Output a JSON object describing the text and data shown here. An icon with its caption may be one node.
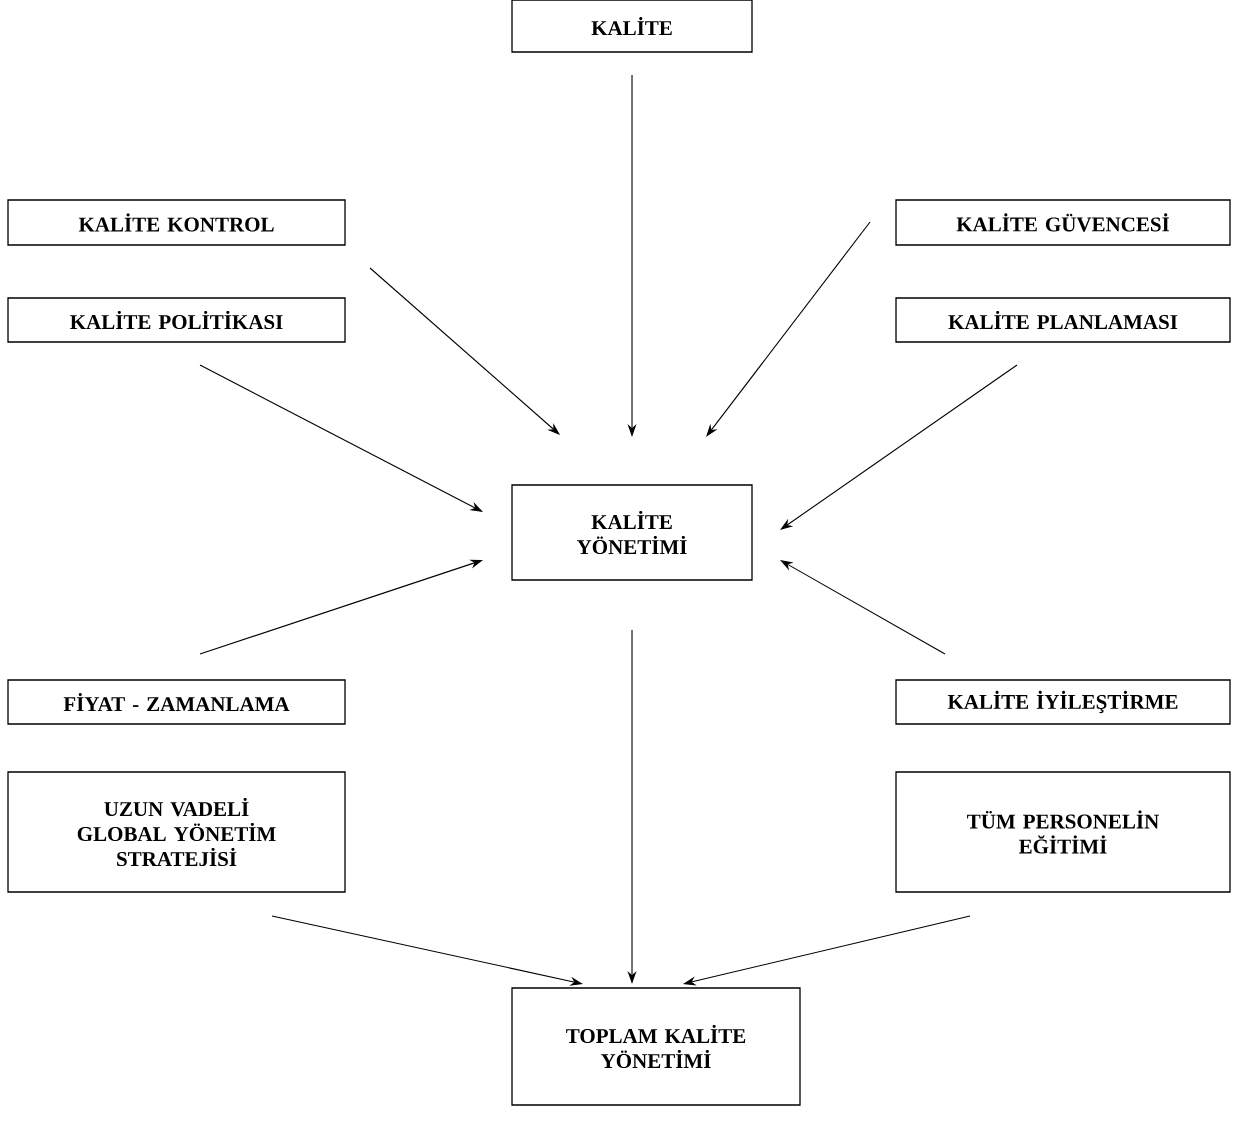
{
  "diagram": {
    "nodes": [
      {
        "text": [
          "KALİTE"
        ]
      },
      {
        "text": [
          "KALİTE KONTROL"
        ]
      },
      {
        "text": [
          "KALİTE GÜVENCESİ"
        ]
      },
      {
        "text": [
          "KALİTE POLİTİKASI"
        ]
      },
      {
        "text": [
          "KALİTE PLANLAMASI"
        ]
      },
      {
        "text": [
          "KALİTE YÖNETİMİ"
        ]
      },
      {
        "text": [
          "FİYAT - ZAMANLAMA"
        ]
      },
      {
        "text": [
          "KALİTE İYİLEŞTİRME"
        ]
      },
      {
        "text": [
          "UZUN VADELİ GLOBAL YÖNETİM STRATEJİSİ"
        ]
      },
      {
        "text": [
          "TÜM PERSONELİN EĞİTİMİ"
        ]
      },
      {
        "text": [
          "TOPLAM KALİTE YÖNETİMİ"
        ]
      }
    ],
    "edges": [
      {
        "from": 0,
        "to": 5,
        "arrow": "to"
      },
      {
        "from": 1,
        "to": 5,
        "arrow": "to"
      },
      {
        "from": 2,
        "to": 5,
        "arrow": "to"
      },
      {
        "from": 3,
        "to": 5,
        "arrow": "to"
      },
      {
        "from": 4,
        "to": 5,
        "arrow": "to"
      },
      {
        "from": 6,
        "to": 5,
        "arrow": "to"
      },
      {
        "from": 7,
        "to": 5,
        "arrow": "to"
      },
      {
        "from": 5,
        "to": 10,
        "arrow": "to"
      },
      {
        "from": 8,
        "to": 10,
        "arrow": "to"
      },
      {
        "from": 9,
        "to": 10,
        "arrow": "to"
      }
    ]
  }
}
